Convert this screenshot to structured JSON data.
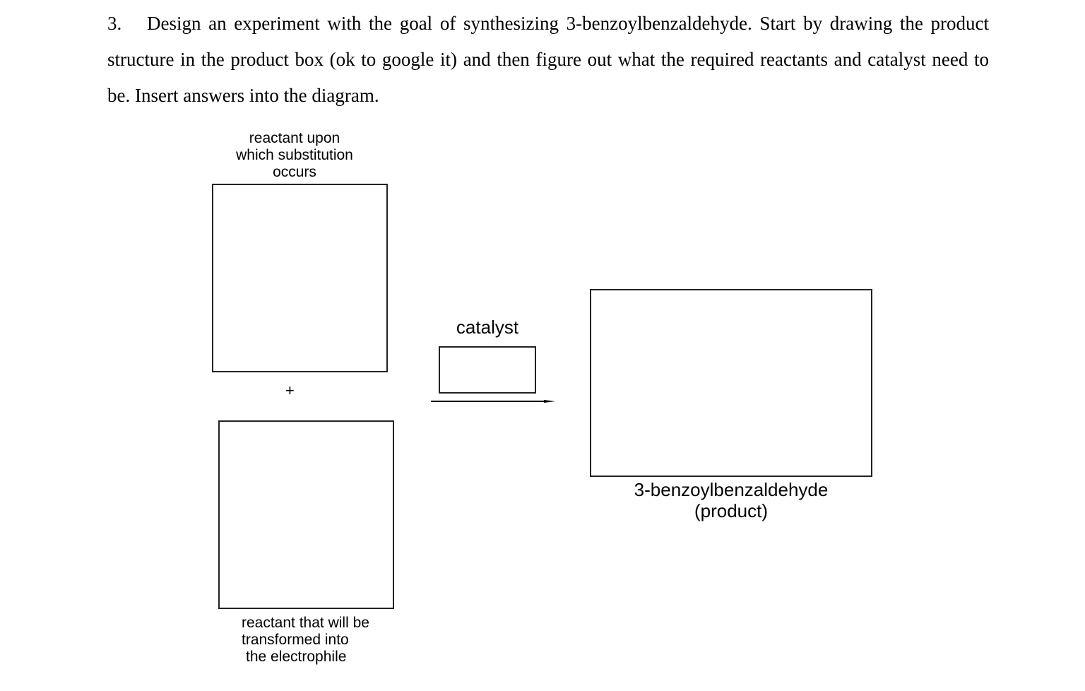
{
  "question": {
    "number": "3.",
    "text": "Design an experiment with the goal of synthesizing 3-benzoylbenzaldehyde. Start by drawing the product structure in the product box (ok to google it) and then figure out what the required reactants and catalyst need to be.  Insert answers into the diagram."
  },
  "diagram": {
    "reactant1_label": [
      "reactant upon",
      "which substitution",
      "occurs"
    ],
    "plus": "+",
    "reactant2_label": [
      "reactant that will be",
      "transformed into",
      "the electrophile"
    ],
    "catalyst_label": "catalyst",
    "product_label": [
      "3-benzoylbenzaldehyde",
      "(product)"
    ]
  }
}
